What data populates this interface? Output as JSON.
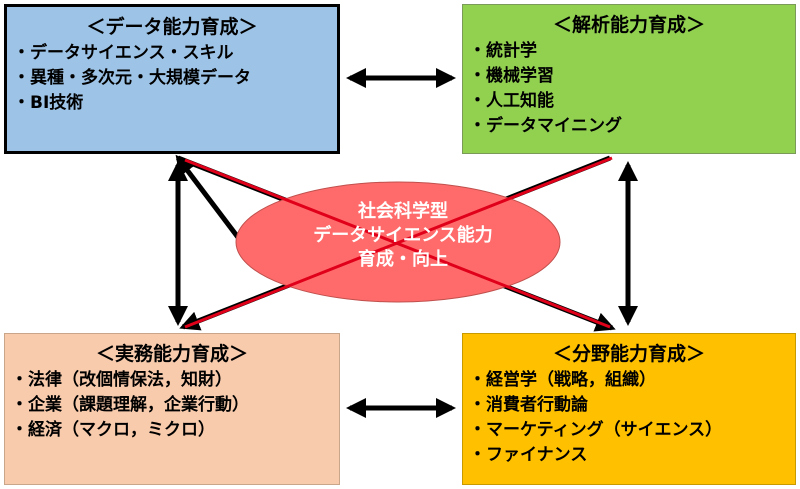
{
  "boxes": {
    "top_left": {
      "title": "＜データ能力育成＞",
      "items": [
        "データサイエンス・スキル",
        "異種・多次元・大規模データ",
        "BI技術"
      ]
    },
    "top_right": {
      "title": "＜解析能力育成＞",
      "items": [
        "統計学",
        "機械学習",
        "人工知能",
        "データマイニング"
      ]
    },
    "bottom_left": {
      "title": "＜実務能力育成＞",
      "items": [
        "法律（改個情保法，知財）",
        "企業（課題理解，企業行動）",
        "経済（マクロ，ミクロ）"
      ]
    },
    "bottom_right": {
      "title": "＜分野能力育成＞",
      "items": [
        "経営学（戦略，組織）",
        "消費者行動論",
        "マーケティング（サイエンス）",
        "ファイナンス"
      ]
    }
  },
  "center": {
    "line1": "社会科学型",
    "line2": "データサイエンス能力",
    "line3": "育成・向上"
  },
  "colors": {
    "top_left": "#9dc3e6",
    "top_right": "#92d050",
    "bottom_left": "#f8cbad",
    "bottom_right": "#ffc000",
    "ellipse": "#ff6b6b",
    "cross_lines": "#e0001a"
  }
}
